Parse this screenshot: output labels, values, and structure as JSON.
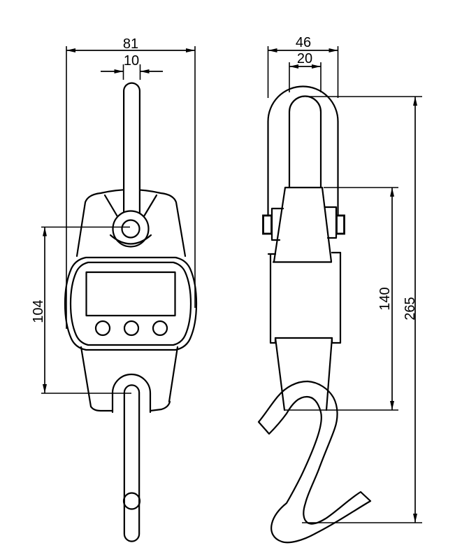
{
  "drawing": {
    "type": "technical-drawing",
    "subject": "digital hanging crane scale, two orthographic views",
    "background_color": "#ffffff",
    "line_color": "#000000",
    "views": [
      {
        "id": "front-view",
        "description": "front view with shackle, display body, hook shank"
      },
      {
        "id": "side-view",
        "description": "side view with shackle loop, body and S-hook"
      }
    ],
    "dims": {
      "d81": "81",
      "d10": "10",
      "d104": "104",
      "d46": "46",
      "d20": "20",
      "d140": "140",
      "d265": "265"
    }
  }
}
